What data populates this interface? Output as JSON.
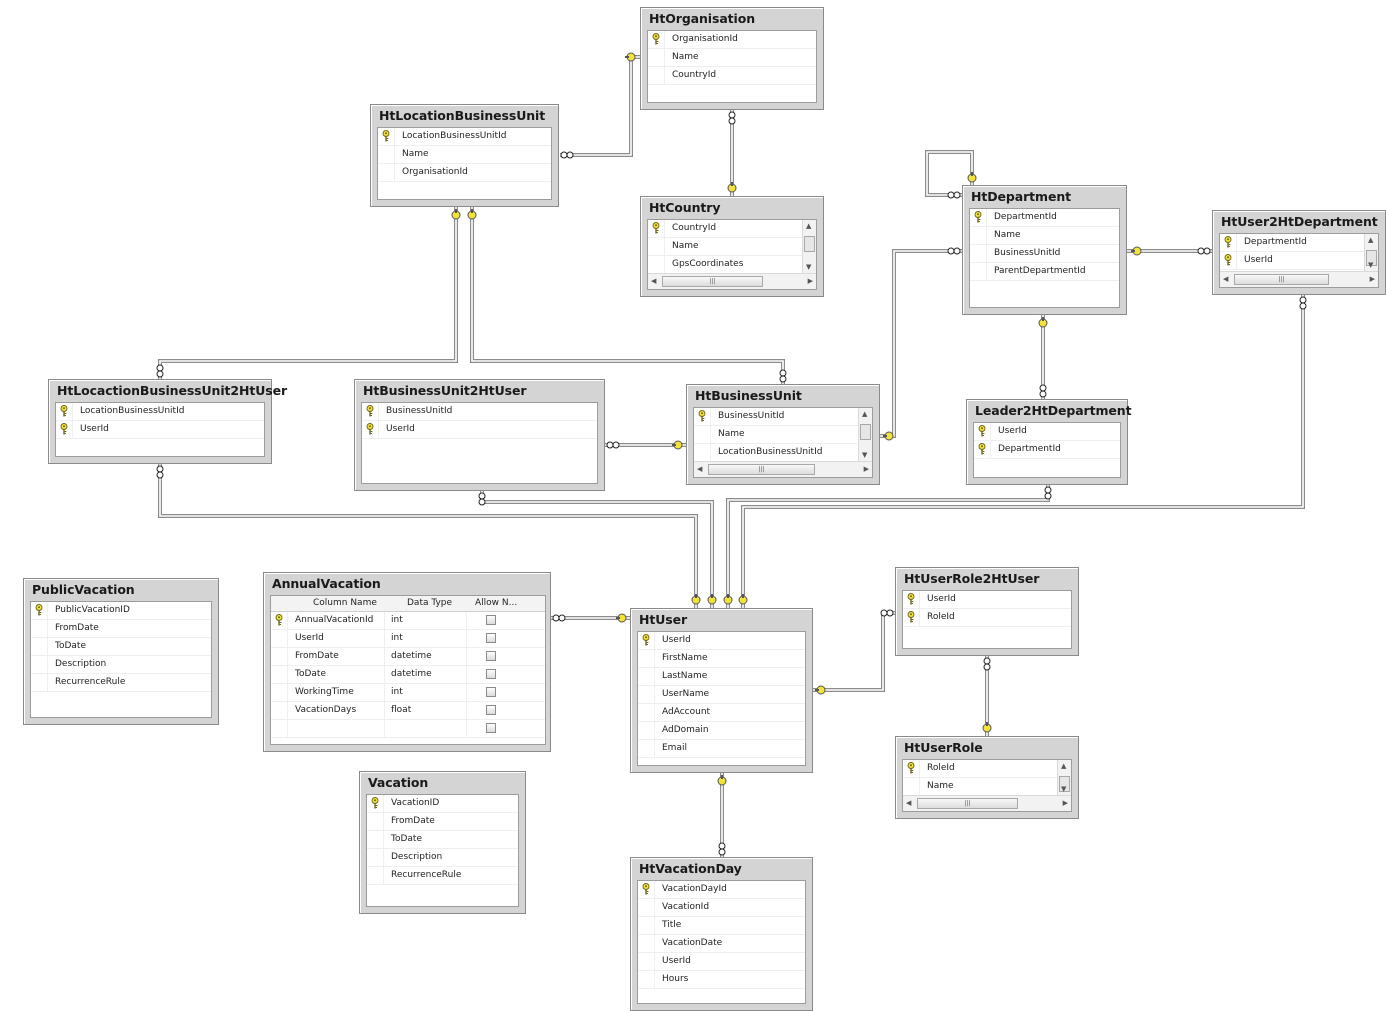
{
  "tables": [
    {
      "id": "HtOrganisation",
      "title": "HtOrganisation",
      "columns": [
        {
          "name": "OrganisationId",
          "key": true
        },
        {
          "name": "Name",
          "key": false
        },
        {
          "name": "CountryId",
          "key": false
        }
      ]
    },
    {
      "id": "HtLocationBusinessUnit",
      "title": "HtLocationBusinessUnit",
      "columns": [
        {
          "name": "LocationBusinessUnitId",
          "key": true
        },
        {
          "name": "Name",
          "key": false
        },
        {
          "name": "OrganisationId",
          "key": false
        }
      ]
    },
    {
      "id": "HtCountry",
      "title": "HtCountry",
      "columns": [
        {
          "name": "CountryId",
          "key": true
        },
        {
          "name": "Name",
          "key": false
        },
        {
          "name": "GpsCoordinates",
          "key": false
        }
      ],
      "scrollable": true
    },
    {
      "id": "HtDepartment",
      "title": "HtDepartment",
      "columns": [
        {
          "name": "DepartmentId",
          "key": true
        },
        {
          "name": "Name",
          "key": false
        },
        {
          "name": "BusinessUnitId",
          "key": false
        },
        {
          "name": "ParentDepartmentId",
          "key": false
        }
      ]
    },
    {
      "id": "HtUser2HtDepartment",
      "title": "HtUser2HtDepartment",
      "columns": [
        {
          "name": "DepartmentId",
          "key": true
        },
        {
          "name": "UserId",
          "key": true
        }
      ],
      "scrollable": true
    },
    {
      "id": "HtLocactionBusinessUnit2HtUser",
      "title": "HtLocactionBusinessUnit2HtUser",
      "columns": [
        {
          "name": "LocationBusinessUnitId",
          "key": true
        },
        {
          "name": "UserId",
          "key": true
        }
      ]
    },
    {
      "id": "HtBusinessUnit2HtUser",
      "title": "HtBusinessUnit2HtUser",
      "columns": [
        {
          "name": "BusinessUnitId",
          "key": true
        },
        {
          "name": "UserId",
          "key": true
        }
      ]
    },
    {
      "id": "HtBusinessUnit",
      "title": "HtBusinessUnit",
      "columns": [
        {
          "name": "BusinessUnitId",
          "key": true
        },
        {
          "name": "Name",
          "key": false
        },
        {
          "name": "LocationBusinessUnitId",
          "key": false
        }
      ],
      "scrollable": true
    },
    {
      "id": "Leader2HtDepartment",
      "title": "Leader2HtDepartment",
      "columns": [
        {
          "name": "UserId",
          "key": true
        },
        {
          "name": "DepartmentId",
          "key": true
        }
      ]
    },
    {
      "id": "PublicVacation",
      "title": "PublicVacation",
      "columns": [
        {
          "name": "PublicVacationID",
          "key": true
        },
        {
          "name": "FromDate",
          "key": false
        },
        {
          "name": "ToDate",
          "key": false
        },
        {
          "name": "Description",
          "key": false
        },
        {
          "name": "RecurrenceRule",
          "key": false
        }
      ]
    },
    {
      "id": "HtUser",
      "title": "HtUser",
      "columns": [
        {
          "name": "UserId",
          "key": true
        },
        {
          "name": "FirstName",
          "key": false
        },
        {
          "name": "LastName",
          "key": false
        },
        {
          "name": "UserName",
          "key": false
        },
        {
          "name": "AdAccount",
          "key": false
        },
        {
          "name": "AdDomain",
          "key": false
        },
        {
          "name": "Email",
          "key": false
        }
      ]
    },
    {
      "id": "HtUserRole2HtUser",
      "title": "HtUserRole2HtUser",
      "columns": [
        {
          "name": "UserId",
          "key": true
        },
        {
          "name": "RoleId",
          "key": true
        }
      ]
    },
    {
      "id": "HtUserRole",
      "title": "HtUserRole",
      "columns": [
        {
          "name": "RoleId",
          "key": true
        },
        {
          "name": "Name",
          "key": false
        }
      ],
      "scrollable": true
    },
    {
      "id": "Vacation",
      "title": "Vacation",
      "columns": [
        {
          "name": "VacationID",
          "key": true
        },
        {
          "name": "FromDate",
          "key": false
        },
        {
          "name": "ToDate",
          "key": false
        },
        {
          "name": "Description",
          "key": false
        },
        {
          "name": "RecurrenceRule",
          "key": false
        }
      ]
    },
    {
      "id": "HtVacationDay",
      "title": "HtVacationDay",
      "columns": [
        {
          "name": "VacationDayId",
          "key": true
        },
        {
          "name": "VacationId",
          "key": false
        },
        {
          "name": "Title",
          "key": false
        },
        {
          "name": "VacationDate",
          "key": false
        },
        {
          "name": "UserId",
          "key": false
        },
        {
          "name": "Hours",
          "key": false
        }
      ]
    }
  ],
  "annual_vacation": {
    "title": "AnnualVacation",
    "headers": {
      "column_name": "Column Name",
      "data_type": "Data Type",
      "allow_nulls": "Allow N..."
    },
    "rows": [
      {
        "name": "AnnualVacationId",
        "type": "int",
        "key": true
      },
      {
        "name": "UserId",
        "type": "int",
        "key": false
      },
      {
        "name": "FromDate",
        "type": "datetime",
        "key": false
      },
      {
        "name": "ToDate",
        "type": "datetime",
        "key": false
      },
      {
        "name": "WorkingTime",
        "type": "int",
        "key": false
      },
      {
        "name": "VacationDays",
        "type": "float",
        "key": false
      },
      {
        "name": "",
        "type": "",
        "key": false
      }
    ]
  },
  "colors": {
    "line": "#8c8c8c",
    "line_fill": "#ffffff",
    "key_marker": "#f2e33a",
    "table_frame": "#d4d4d4"
  }
}
